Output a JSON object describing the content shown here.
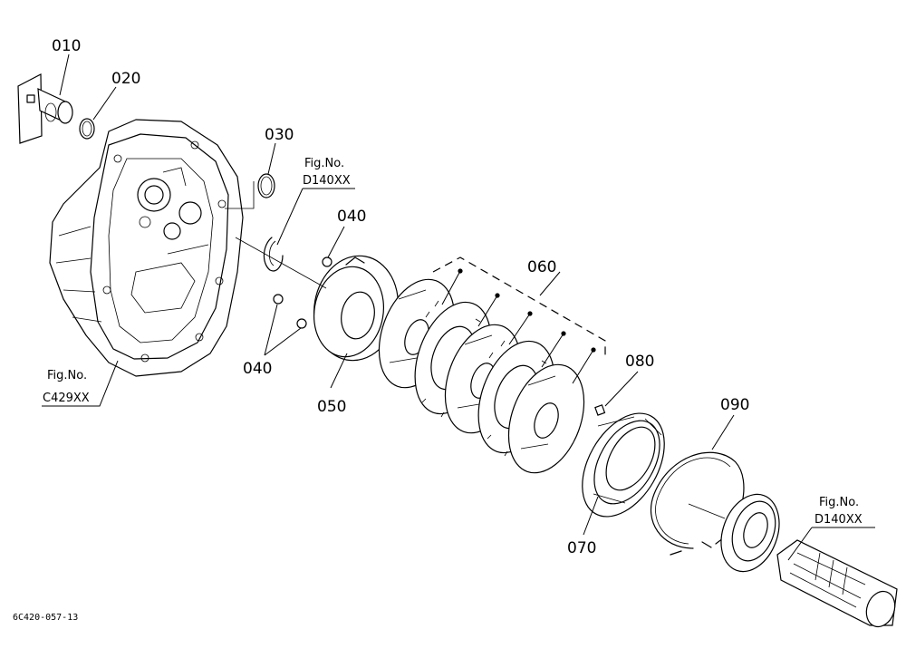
{
  "labels": {
    "p010": "010",
    "p020": "020",
    "p030": "030",
    "p040a": "040",
    "p040b": "040",
    "p050": "050",
    "p060": "060",
    "p070": "070",
    "p080": "080",
    "p090": "090"
  },
  "figrefs": {
    "ref1_title": "Fig.No.",
    "ref1_code": "D140XX",
    "ref2_title": "Fig.No.",
    "ref2_code": "C429XX",
    "ref3_title": "Fig.No.",
    "ref3_code": "D140XX"
  },
  "drawing_code": "6C420-057-13"
}
